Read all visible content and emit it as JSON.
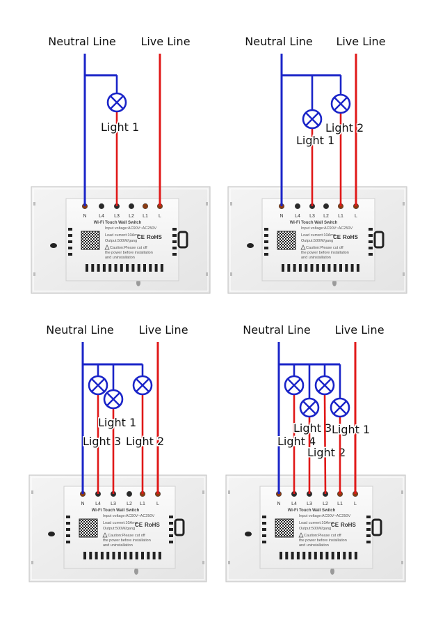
{
  "colors": {
    "neutral": "#1a24c8",
    "live": "#e01818",
    "background": "#ffffff"
  },
  "terminal_labels": [
    "N",
    "L4",
    "L3",
    "L2",
    "L1",
    "L"
  ],
  "device": {
    "title": "Wi-Fi Touch Wall Switch",
    "input_voltage": "Input voltage:AC90V~AC250V",
    "load_current": "Load current:10Amp",
    "output": "Output:500W/gang",
    "caution_1": "Caution:Please cut off",
    "caution_2": "the power before installation",
    "caution_3": "and uninstallation",
    "ce": "CE",
    "rohs": "RoHS"
  },
  "diagrams": [
    {
      "neutral_label": "Neutral Line",
      "live_label": "Live Line",
      "lights": [
        {
          "label": "Light 1",
          "terminal": "L3"
        }
      ]
    },
    {
      "neutral_label": "Neutral Line",
      "live_label": "Live Line",
      "lights": [
        {
          "label": "Light 1",
          "terminal": "L3"
        },
        {
          "label": "Light 2",
          "terminal": "L1"
        }
      ]
    },
    {
      "neutral_label": "Neutral Line",
      "live_label": "Live Line",
      "lights": [
        {
          "label": "Light 3",
          "terminal": "L4"
        },
        {
          "label": "Light 1",
          "terminal": "L3"
        },
        {
          "label": "Light 2",
          "terminal": "L1"
        }
      ]
    },
    {
      "neutral_label": "Neutral Line",
      "live_label": "Live Line",
      "lights": [
        {
          "label": "Light 4",
          "terminal": "L4"
        },
        {
          "label": "Light 3",
          "terminal": "L3"
        },
        {
          "label": "Light 2",
          "terminal": "L2"
        },
        {
          "label": "Light 1",
          "terminal": "L1"
        }
      ]
    }
  ]
}
